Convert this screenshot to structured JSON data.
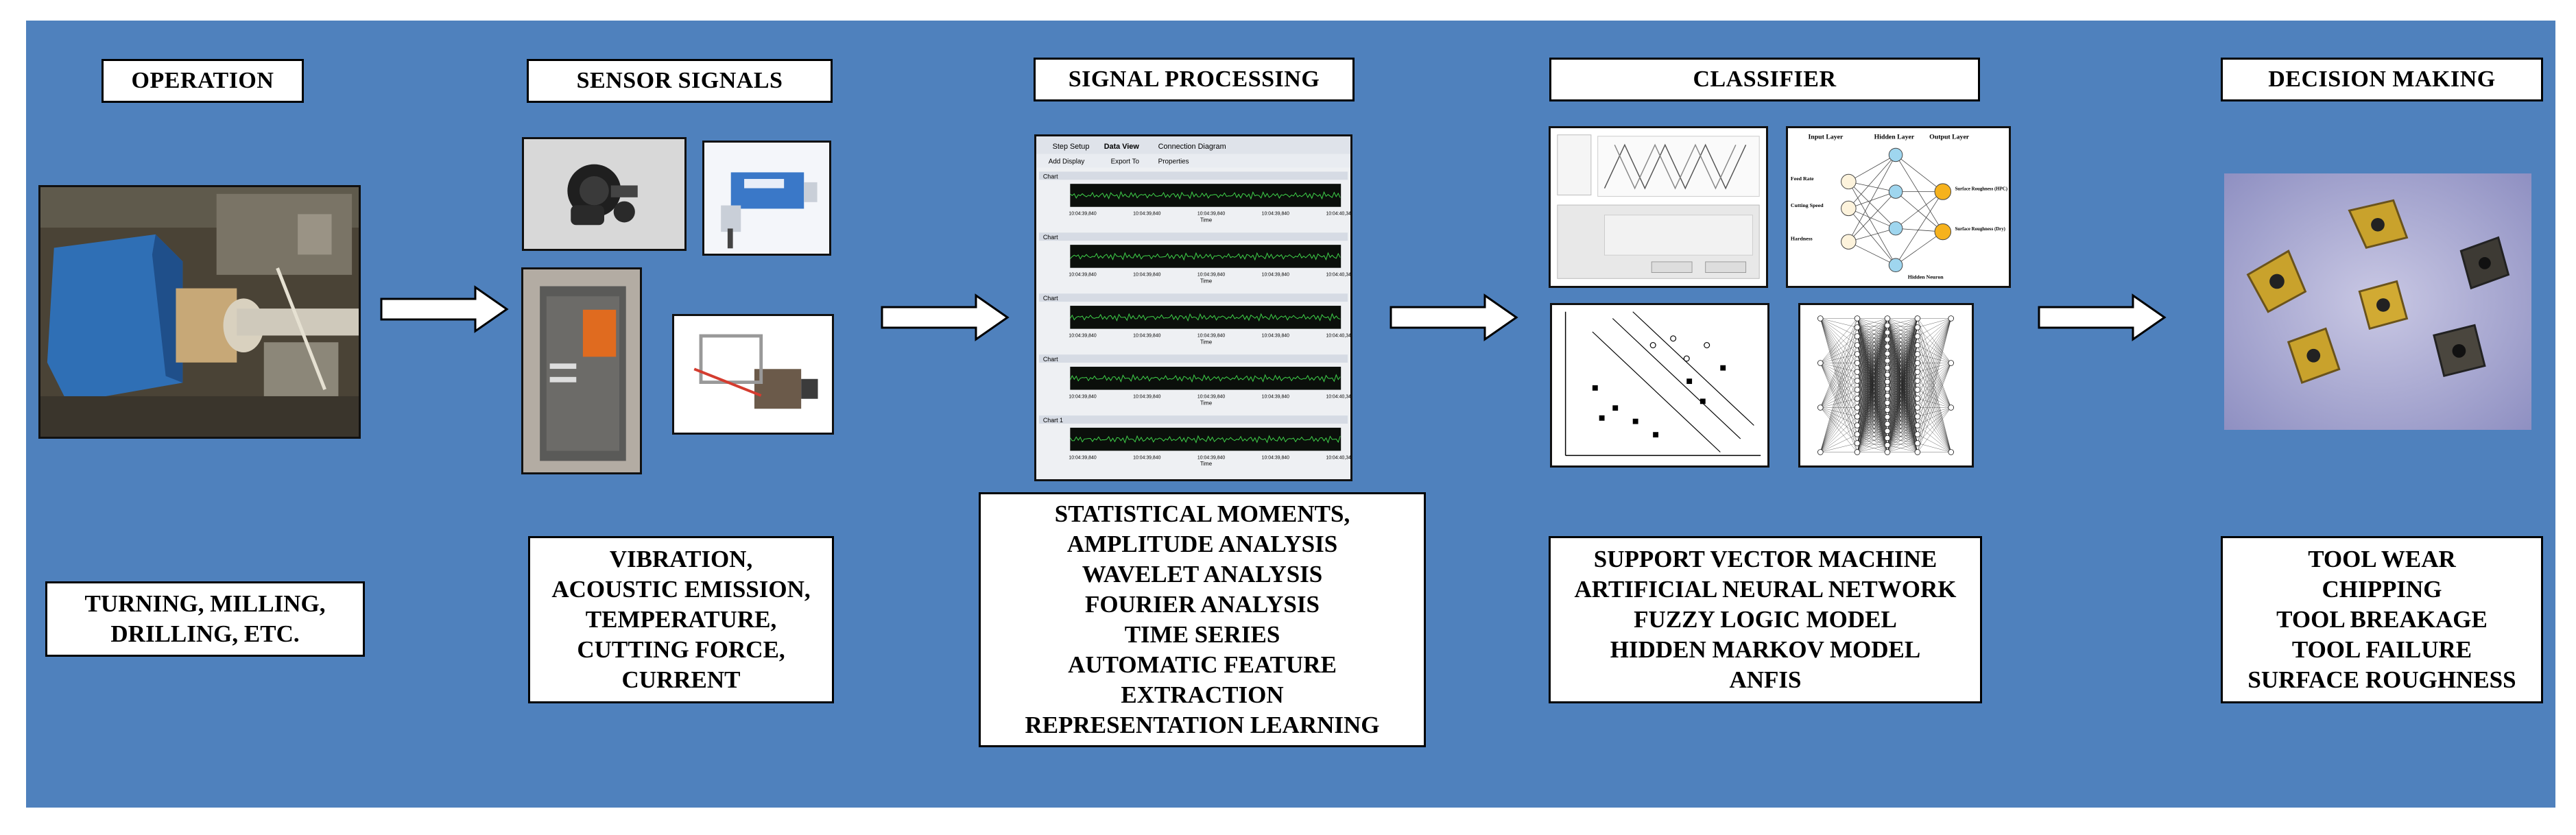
{
  "stages": [
    {
      "id": "operation",
      "title": "OPERATION",
      "items": [
        "TURNING, MILLING,",
        "DRILLING, ETC."
      ]
    },
    {
      "id": "sensor",
      "title": "SENSOR SIGNALS",
      "items": [
        "VIBRATION,",
        "ACOUSTIC EMISSION,",
        "TEMPERATURE,",
        "CUTTING FORCE,",
        "CURRENT"
      ]
    },
    {
      "id": "processing",
      "title": "SIGNAL PROCESSING",
      "items": [
        "STATISTICAL  MOMENTS,",
        "AMPLITUDE ANALYSIS",
        "WAVELET  ANALYSIS",
        "FOURIER ANALYSIS",
        "TIME SERIES",
        "AUTOMATIC FEATURE",
        "EXTRACTION",
        "REPRESENTATION LEARNING"
      ]
    },
    {
      "id": "classifier",
      "title": "CLASSIFIER",
      "items": [
        "SUPPORT VECTOR MACHINE",
        "ARTIFICIAL NEURAL NETWORK",
        "FUZZY  LOGIC MODEL",
        "HIDDEN MARKOV MODEL",
        "ANFIS"
      ]
    },
    {
      "id": "decision",
      "title": "DECISION MAKING",
      "items": [
        "TOOL WEAR",
        "CHIPPING",
        "TOOL BREAKAGE",
        "TOOL FAILURE",
        "SURFACE ROUGHNESS"
      ]
    }
  ],
  "software": {
    "tabs": [
      "Step Setup",
      "Data View",
      "Connection Diagram"
    ],
    "toolbar": [
      "Add Display",
      "Export To",
      "Properties"
    ],
    "charts": [
      "Chart",
      "Chart",
      "Chart",
      "Chart",
      "Chart 1"
    ],
    "axis_label": "Time",
    "ticks": [
      "10:04:39,840",
      "10:04:39,840",
      "10:04:39,840",
      "10:04:39,840",
      "10:04:40,34"
    ]
  },
  "nn_diagram": {
    "layers": [
      "Input Layer",
      "Hidden Layer",
      "Output Layer"
    ],
    "inputs": [
      "Feed Rate",
      "Cutting Speed",
      "Hardness"
    ],
    "outputs": [
      "Surface Roughness (HPC)",
      "Surface Roughness (Dry)"
    ],
    "hidden_label": "Hidden Neuron"
  },
  "colors": {
    "panel": "#4f81bd",
    "box": "#ffffff",
    "border": "#000000"
  }
}
